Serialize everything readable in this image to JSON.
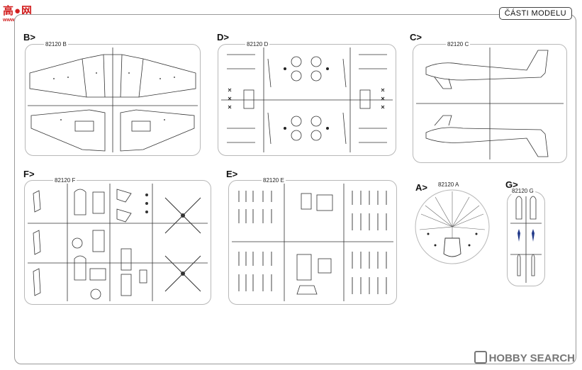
{
  "watermark_top": {
    "name": "高●网",
    "url": "www.hasbuo.com"
  },
  "title": "ČÁSTI MODELU",
  "sprues": {
    "B": {
      "tag": "B>",
      "code": "82120 B"
    },
    "D": {
      "tag": "D>",
      "code": "82120 D"
    },
    "C": {
      "tag": "C>",
      "code": "82120 C"
    },
    "F": {
      "tag": "F>",
      "code": "82120 F"
    },
    "E": {
      "tag": "E>",
      "code": "82120 E"
    },
    "A": {
      "tag": "A>",
      "code": "82120 A"
    },
    "G": {
      "tag": "G>",
      "code": "82120 G"
    }
  },
  "watermark_bottom": "HOBBY SEARCH"
}
